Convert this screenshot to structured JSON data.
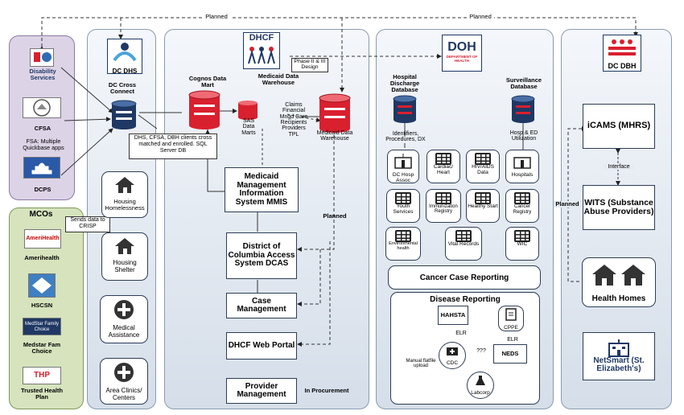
{
  "top_labels": {
    "planned_1": "Planned",
    "planned_2": "Planned"
  },
  "left": {
    "disability": "Disability Services",
    "cfsa": "CFSA",
    "fsa_note": "FSA: Multiple Quickbase apps",
    "dcps": "DCPS",
    "mcos_title": "MCOs",
    "sends_data": "Sends data to CRISP",
    "amerihealth": "Amerihealth",
    "hscsn": "HSCSN",
    "medstar": "Medstar Fam Choice",
    "trusted": "Trusted Health Plan"
  },
  "dhs": {
    "logo_label": "DC DHS",
    "cross_connect": "DC Cross Connect",
    "note": "DHS, CFSA, DBH clients cross matched and enrolled. SQL Server DB",
    "housing_homelessness": "Housing Homelessness",
    "housing_shelter": "Housing Shelter",
    "medical_assistance": "Medical Assistance",
    "area_clinics": "Area Clinics/ Centers"
  },
  "dhcf": {
    "logo_text": "DHCF",
    "cognos": "Cognos Data Mart",
    "mdw": "Medicaid Data Warehouse",
    "phase": "Phase II & III Design",
    "sas": "SAS Data Marts",
    "claims": "Claims Financial Mngd Care Recipients Providers TPL",
    "mdw_cyl": "Medicaid Data Warehouse",
    "mmis": "Medicaid Management Information System MMIS",
    "dcas": "District of Columbia Access System DCAS",
    "case_mgmt": "Case Management",
    "portal": "DHCF Web Portal",
    "provider_mgmt": "Provider Management",
    "planned": "Planned",
    "in_procurement": "In Procurement"
  },
  "doh": {
    "logo_text": "DOH",
    "logo_sub": "DEPARTMENT OF HEALTH",
    "hospital_db": "Hospital Discharge Database",
    "surveillance_db": "Surveillance Database",
    "identifiers": "Identifiers, Procedures, DX",
    "hosp_ed": "Hosp & ED Utilization",
    "tiles": [
      {
        "label": "DC Hosp Assoc"
      },
      {
        "label": "Cardiac/ Heart"
      },
      {
        "label": "HIV/AIDS Data"
      },
      {
        "label": "Hospitals"
      },
      {
        "label": "Youth Services"
      },
      {
        "label": "Immunization Registry"
      },
      {
        "label": "Healthy Start"
      },
      {
        "label": "Cancer Registry"
      },
      {
        "label": "Environmental health"
      },
      {
        "label": "Vital Records"
      },
      {
        "label": "WIC"
      }
    ],
    "cancer_reporting": "Cancer Case Reporting",
    "disease_reporting": "Disease Reporting",
    "hahsta": "HAHSTA",
    "cppe": "CPPE",
    "elr1": "ELR",
    "elr2": "ELR",
    "manual": "Manual flatfile upload",
    "cdc": "CDC",
    "qqq": "???",
    "neds": "NEDS",
    "labcorp": "Labcorp"
  },
  "dbh": {
    "logo_label": "DC DBH",
    "icams": "iCAMS (MHRS)",
    "interface": "Interface",
    "wits": "WITS (Substance Abuse Providers)",
    "planned": "Planned",
    "health_homes": "Health Homes",
    "netsmart": "NetSmart (St. Elizabeth's)"
  },
  "colors": {
    "dc_red": "#d9202f",
    "navy": "#1f3864",
    "panel_border": "#8a9bb0"
  }
}
